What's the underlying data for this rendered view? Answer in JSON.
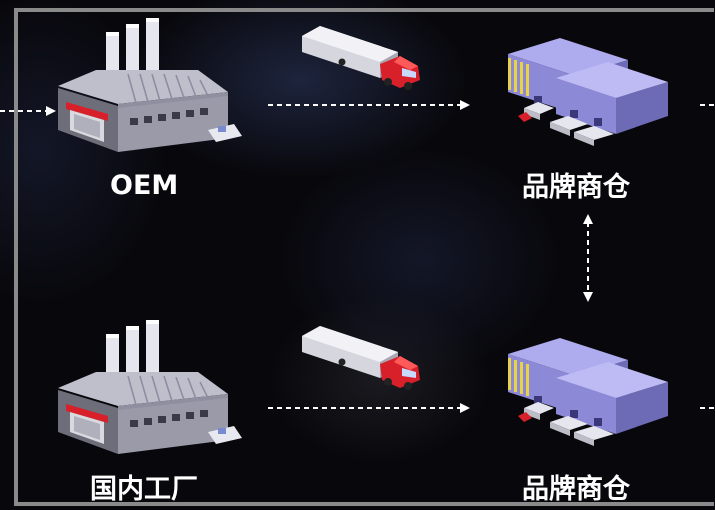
{
  "nodes": {
    "top_left_label": "OEM",
    "top_right_label": "品牌商仓",
    "bottom_left_label": "国内工厂",
    "bottom_right_label": "品牌商仓"
  },
  "icons": [
    "factory-icon",
    "truck-icon",
    "warehouse-icon"
  ],
  "colors": {
    "background": "#08080c",
    "frame": "#8a8a8a",
    "arrow": "#ffffff",
    "label": "#ffffff",
    "warehouse_roof": "#9b98e0",
    "truck_cab": "#d8202a"
  }
}
